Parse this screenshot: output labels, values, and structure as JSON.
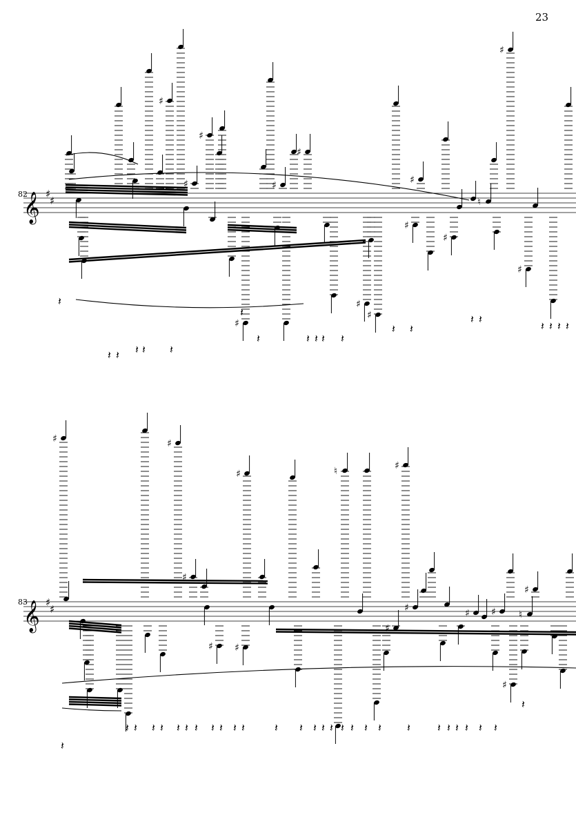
{
  "page": {
    "page_number": "23"
  },
  "systems": [
    {
      "measure_number": "82",
      "clef": "treble",
      "key_signature": "2 sharps (F#, C#)",
      "first_accidental": "♯",
      "extends_beyond_right_edge": true
    },
    {
      "measure_number": "83",
      "clef": "treble",
      "key_signature": "2 sharps (F#, C#)",
      "first_accidental": "♯",
      "extends_beyond_right_edge": true
    }
  ],
  "notation": {
    "note_color": "#000000",
    "staff_color": "#000000",
    "sharp_glyph": "♯",
    "natural_glyph": "♮",
    "rest_glyph": "𝄽",
    "clef_glyph": "𝄞"
  }
}
